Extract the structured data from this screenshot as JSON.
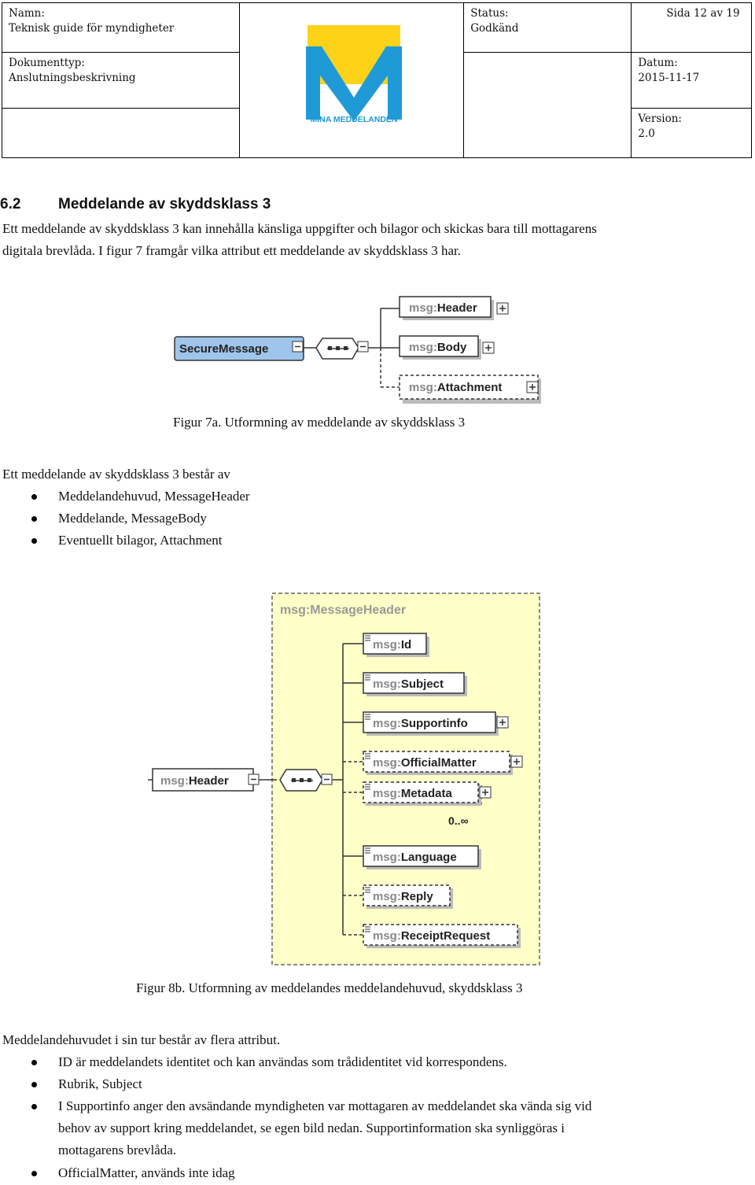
{
  "header": {
    "namn_label": "Namn:",
    "namn_value": "Teknisk guide för myndigheter",
    "status_label": "Status:",
    "status_value": "Godkänd",
    "page": "Sida 12 av 19",
    "doktyp_label": "Dokumenttyp:",
    "doktyp_value": "Anslutningsbeskrivning",
    "datum_label": "Datum:",
    "datum_value": "2015-11-17",
    "version_label": "Version:",
    "version_value": "2.0",
    "logo_text": "MINA MEDDELANDEN",
    "colors": {
      "logo_blue": "#1f9ad6",
      "logo_yellow": "#ffd21a"
    }
  },
  "section": {
    "number": "6.2",
    "title": "Meddelande av skyddsklass 3"
  },
  "intro": [
    "Ett meddelande av skyddsklass 3 kan innehålla känsliga uppgifter och bilagor och skickas bara till mottagarens",
    "digitala brevlåda. I figur 7 framgår vilka attribut ett meddelande av skyddsklass 3 har."
  ],
  "fig7": {
    "root": "SecureMessage",
    "children": [
      {
        "prefix": "msg:",
        "name": "Header"
      },
      {
        "prefix": "msg:",
        "name": "Body"
      },
      {
        "prefix": "msg:",
        "name": "Attachment"
      }
    ],
    "caption": "Figur 7a. Utformning av meddelande av skyddsklass 3"
  },
  "list1_intro": "Ett meddelande av skyddsklass 3 består av",
  "list1": [
    "Meddelandehuvud, MessageHeader",
    "Meddelande, MessageBody",
    "Eventuellt bilagor, Attachment"
  ],
  "fig8": {
    "type_title_prefix": "msg:",
    "type_title_name": "MessageHeader",
    "root_prefix": "msg:",
    "root_name": "Header",
    "children": [
      {
        "prefix": "msg:",
        "name": "Id"
      },
      {
        "prefix": "msg:",
        "name": "Subject"
      },
      {
        "prefix": "msg:",
        "name": "Supportinfo"
      },
      {
        "prefix": "msg:",
        "name": "OfficialMatter"
      },
      {
        "prefix": "msg:",
        "name": "Metadata"
      },
      {
        "prefix": "msg:",
        "name": "Language"
      },
      {
        "prefix": "msg:",
        "name": "Reply"
      },
      {
        "prefix": "msg:",
        "name": "ReceiptRequest"
      }
    ],
    "cardinality": "0..∞",
    "caption": "Figur 8b. Utformning av meddelandes meddelandehuvud,  skyddsklass 3",
    "colors": {
      "panel": "#ffffc8"
    }
  },
  "list2_intro": "Meddelandehuvudet i sin tur består av flera attribut.",
  "list2": [
    {
      "lines": [
        "ID är meddelandets identitet och kan användas som trådidentitet vid korrespondens."
      ]
    },
    {
      "lines": [
        "Rubrik, Subject"
      ]
    },
    {
      "lines": [
        "I Supportinfo anger den avsändande myndigheten var mottagaren av meddelandet ska vända sig vid",
        "behov av support kring meddelandet, se egen bild nedan. Supportinformation ska synliggöras i",
        "mottagarens brevlåda."
      ]
    },
    {
      "lines": [
        "OfficialMatter, används inte idag"
      ]
    }
  ]
}
